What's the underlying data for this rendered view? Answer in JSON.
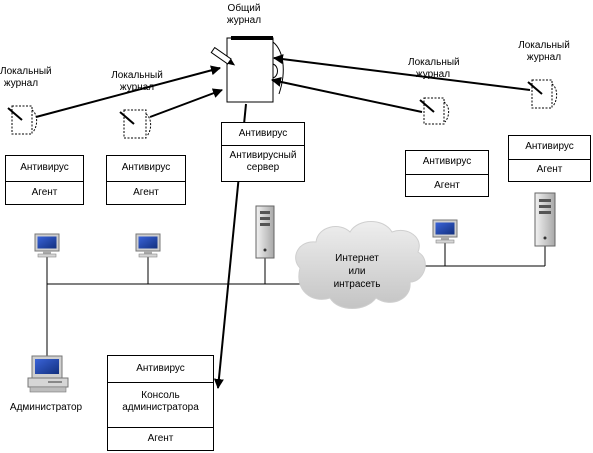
{
  "nodes": {
    "shared_log": "Общий журнал",
    "local_log_1": "Локальный журнал",
    "local_log_2": "Локальный журнал",
    "local_log_3": "Локальный журнал",
    "local_log_4": "Локальный журнал",
    "network_cloud": "Интернет или интрасеть",
    "admin_pc": "Администратор"
  },
  "boxes": {
    "client_1": {
      "antivirus": "Антивирус",
      "agent": "Агент"
    },
    "client_2": {
      "antivirus": "Антивирус",
      "agent": "Агент"
    },
    "server": {
      "antivirus": "Антивирус",
      "service": "Антивирусный сервер"
    },
    "client_3": {
      "antivirus": "Антивирус",
      "agent": "Агент"
    },
    "server_2": {
      "antivirus": "Антивирус",
      "agent": "Агент"
    },
    "admin": {
      "antivirus": "Антивирус",
      "console": "Консоль администратора",
      "agent": "Агент"
    }
  },
  "colors": {
    "line": "#000000",
    "monitor_frame": "#c8c8c8",
    "monitor_screen": "#1a3fa8",
    "server_case": "#d0d0d0",
    "cloud": "#dcdcdc"
  },
  "icons": [
    "document-icon",
    "monitor-icon",
    "server-icon",
    "cloud-icon",
    "arrow-icon"
  ]
}
